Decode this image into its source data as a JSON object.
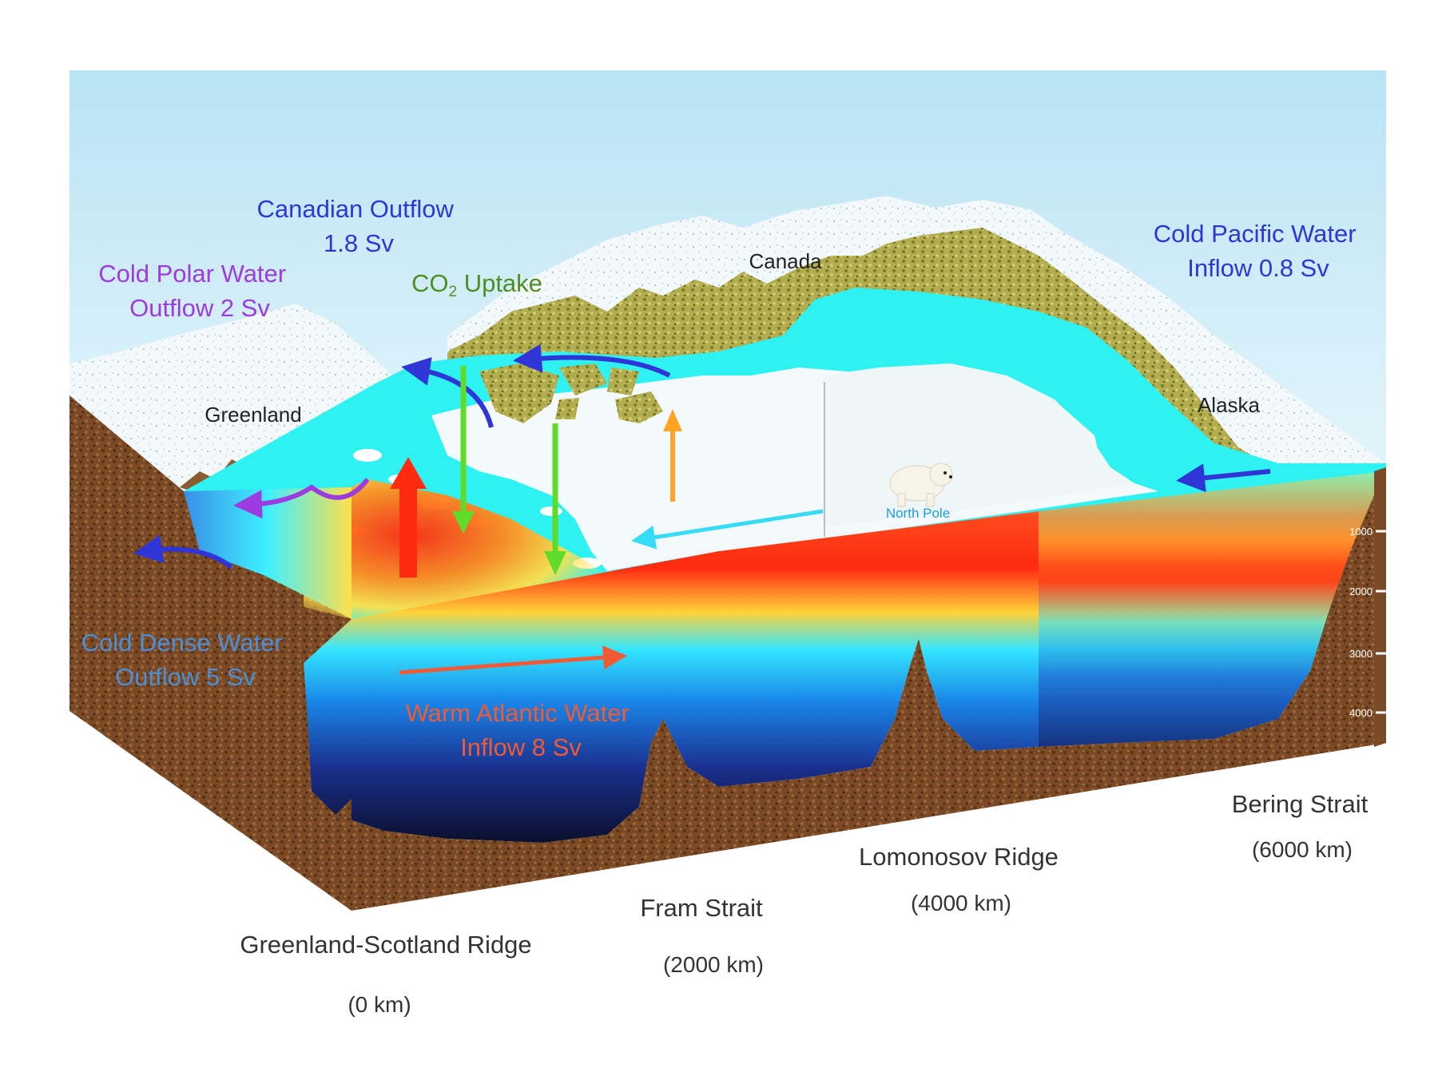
{
  "labels": {
    "canadian_outflow": {
      "line1": "Canadian Outflow",
      "line2": "1.8 Sv"
    },
    "cold_polar_water": {
      "line1": "Cold Polar Water",
      "line2": "Outflow 2 Sv"
    },
    "co2_uptake": {
      "prefix": "CO",
      "subscript": "2",
      "suffix": " Uptake"
    },
    "cold_pacific_water": {
      "line1": "Cold Pacific Water",
      "line2": "Inflow 0.8 Sv"
    },
    "cold_dense_water": {
      "line1": "Cold Dense Water",
      "line2": "Outflow 5 Sv"
    },
    "warm_atlantic_water": {
      "line1": "Warm Atlantic Water",
      "line2": "Inflow 8 Sv"
    }
  },
  "regions": {
    "greenland": "Greenland",
    "canada": "Canada",
    "alaska": "Alaska",
    "north_pole": "North Pole"
  },
  "locations": [
    {
      "name": "Greenland-Scotland Ridge",
      "distance": "(0 km)"
    },
    {
      "name": "Fram Strait",
      "distance": "(2000 km)"
    },
    {
      "name": "Lomonosov Ridge",
      "distance": "(4000 km)"
    },
    {
      "name": "Bering Strait",
      "distance": "(6000 km)"
    }
  ],
  "depth_ticks": [
    "1000",
    "2000",
    "3000",
    "4000"
  ],
  "colors": {
    "sky": "#cdeef8",
    "canadian_outflow": "#2f35d6",
    "cold_polar_water": "#9b3be0",
    "co2_uptake": "#4f8f22",
    "cold_pacific_water": "#2f35d6",
    "cold_dense_water": "#4a8fd8",
    "warm_atlantic_water": "#f05a35",
    "ocean_surface": "#2ef2f2",
    "sediment": "#7a4a26"
  }
}
